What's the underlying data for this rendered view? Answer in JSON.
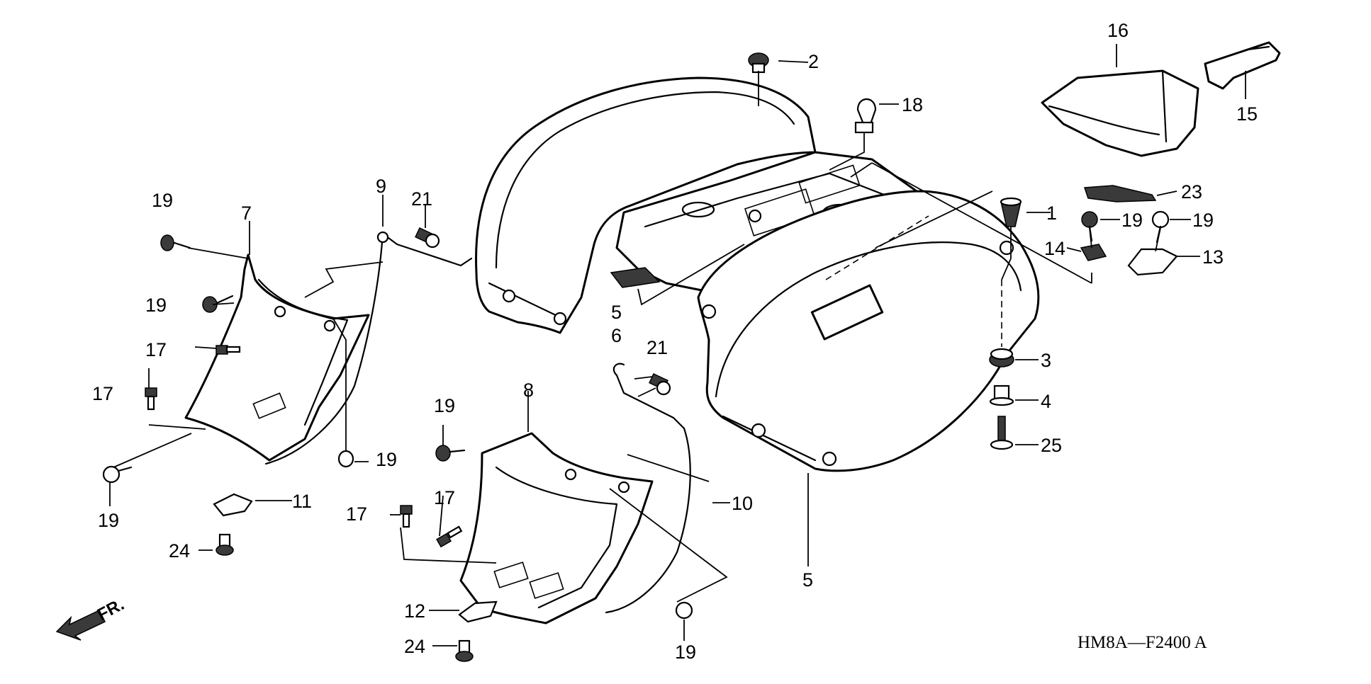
{
  "callouts": [
    {
      "id": "1",
      "label": "1"
    },
    {
      "id": "2",
      "label": "2"
    },
    {
      "id": "3",
      "label": "3"
    },
    {
      "id": "4",
      "label": "4"
    },
    {
      "id": "5a",
      "label": "5"
    },
    {
      "id": "5b",
      "label": "5"
    },
    {
      "id": "6",
      "label": "6"
    },
    {
      "id": "7",
      "label": "7"
    },
    {
      "id": "8",
      "label": "8"
    },
    {
      "id": "9",
      "label": "9"
    },
    {
      "id": "10",
      "label": "10"
    },
    {
      "id": "11",
      "label": "11"
    },
    {
      "id": "12",
      "label": "12"
    },
    {
      "id": "13",
      "label": "13"
    },
    {
      "id": "14",
      "label": "14"
    },
    {
      "id": "15",
      "label": "15"
    },
    {
      "id": "16",
      "label": "16"
    },
    {
      "id": "17a",
      "label": "17"
    },
    {
      "id": "17b",
      "label": "17"
    },
    {
      "id": "17c",
      "label": "17"
    },
    {
      "id": "17d",
      "label": "17"
    },
    {
      "id": "18",
      "label": "18"
    },
    {
      "id": "19a",
      "label": "19"
    },
    {
      "id": "19b",
      "label": "19"
    },
    {
      "id": "19c",
      "label": "19"
    },
    {
      "id": "19d",
      "label": "19"
    },
    {
      "id": "19e",
      "label": "19"
    },
    {
      "id": "19f",
      "label": "19"
    },
    {
      "id": "19g",
      "label": "19"
    },
    {
      "id": "19h",
      "label": "19"
    },
    {
      "id": "21a",
      "label": "21"
    },
    {
      "id": "21b",
      "label": "21"
    },
    {
      "id": "23",
      "label": "23"
    },
    {
      "id": "24a",
      "label": "24"
    },
    {
      "id": "24b",
      "label": "24"
    },
    {
      "id": "25",
      "label": "25"
    }
  ],
  "direction_indicator": "FR.",
  "diagram_code": "HM8A—F2400 A",
  "colors": {
    "line": "#000000",
    "background": "#ffffff"
  }
}
